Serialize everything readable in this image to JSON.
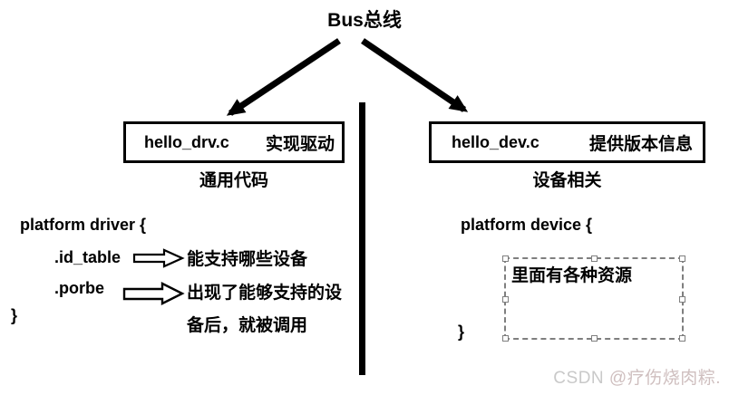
{
  "title": "Bus总线",
  "left": {
    "box": {
      "file": "hello_drv.c",
      "desc": "实现驱动"
    },
    "caption": "通用代码",
    "code": {
      "header": "platform driver {",
      "members": [
        {
          "name": ".id_table",
          "note": "能支持哪些设备"
        },
        {
          "name": ".porbe",
          "note_line1": "出现了能够支持的设",
          "note_line2": "备后，就被调用"
        }
      ],
      "footer": "}"
    }
  },
  "right": {
    "box": {
      "file": "hello_dev.c",
      "desc": "提供版本信息"
    },
    "caption": "设备相关",
    "code": {
      "header": "platform device {",
      "footer": "}"
    },
    "selection": {
      "label": "里面有各种资源"
    }
  },
  "watermark": {
    "brand": "CSDN ",
    "author": "@疗伤烧肉粽."
  },
  "icons": {
    "left_arrow": "arrow-down-left",
    "right_arrow": "arrow-down-right",
    "member_arrow": "block-arrow-right"
  },
  "colors": {
    "ink": "#000000",
    "background": "#ffffff",
    "selection_gray": "#7f7f7f",
    "watermark_gray": "#c9c9c9",
    "watermark_author": "#cfbfbf"
  }
}
